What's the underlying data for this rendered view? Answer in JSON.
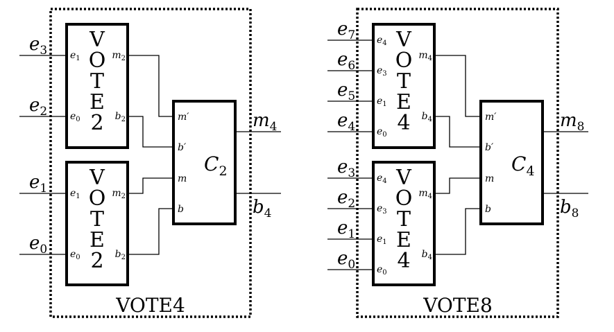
{
  "diagrams": [
    {
      "caption": "VOTE4",
      "voters": [
        {
          "letters": [
            "V",
            "O",
            "T",
            "E",
            "2"
          ],
          "ports_in": [
            {
              "base": "e",
              "sub": "1"
            },
            {
              "base": "e",
              "sub": "0"
            }
          ],
          "ports_out": [
            {
              "base": "m",
              "sub": "2"
            },
            {
              "base": "b",
              "sub": "2"
            }
          ]
        },
        {
          "letters": [
            "V",
            "O",
            "T",
            "E",
            "2"
          ],
          "ports_in": [
            {
              "base": "e",
              "sub": "1"
            },
            {
              "base": "e",
              "sub": "0"
            }
          ],
          "ports_out": [
            {
              "base": "m",
              "sub": "2"
            },
            {
              "base": "b",
              "sub": "2"
            }
          ]
        }
      ],
      "inputs": [
        {
          "base": "e",
          "sub": "3"
        },
        {
          "base": "e",
          "sub": "2"
        },
        {
          "base": "e",
          "sub": "1"
        },
        {
          "base": "e",
          "sub": "0"
        }
      ],
      "combiner": {
        "name": "C",
        "sub": "2",
        "ports": [
          "m′",
          "b′",
          "m",
          "b"
        ]
      },
      "outputs": [
        {
          "base": "m",
          "sub": "4"
        },
        {
          "base": "b",
          "sub": "4"
        }
      ]
    },
    {
      "caption": "VOTE8",
      "voters": [
        {
          "letters": [
            "V",
            "O",
            "T",
            "E",
            "4"
          ],
          "ports_in": [
            {
              "base": "e",
              "sub": "4"
            },
            {
              "base": "e",
              "sub": "3"
            },
            {
              "base": "e",
              "sub": "1"
            },
            {
              "base": "e",
              "sub": "0"
            }
          ],
          "ports_out": [
            {
              "base": "m",
              "sub": "4"
            },
            {
              "base": "b",
              "sub": "4"
            }
          ]
        },
        {
          "letters": [
            "V",
            "O",
            "T",
            "E",
            "4"
          ],
          "ports_in": [
            {
              "base": "e",
              "sub": "4"
            },
            {
              "base": "e",
              "sub": "3"
            },
            {
              "base": "e",
              "sub": "1"
            },
            {
              "base": "e",
              "sub": "0"
            }
          ],
          "ports_out": [
            {
              "base": "m",
              "sub": "4"
            },
            {
              "base": "b",
              "sub": "4"
            }
          ]
        }
      ],
      "inputs": [
        {
          "base": "e",
          "sub": "7"
        },
        {
          "base": "e",
          "sub": "6"
        },
        {
          "base": "e",
          "sub": "5"
        },
        {
          "base": "e",
          "sub": "4"
        },
        {
          "base": "e",
          "sub": "3"
        },
        {
          "base": "e",
          "sub": "2"
        },
        {
          "base": "e",
          "sub": "1"
        },
        {
          "base": "e",
          "sub": "0"
        }
      ],
      "combiner": {
        "name": "C",
        "sub": "4",
        "ports": [
          "m′",
          "b′",
          "m",
          "b"
        ]
      },
      "outputs": [
        {
          "base": "m",
          "sub": "8"
        },
        {
          "base": "b",
          "sub": "8"
        }
      ]
    }
  ]
}
